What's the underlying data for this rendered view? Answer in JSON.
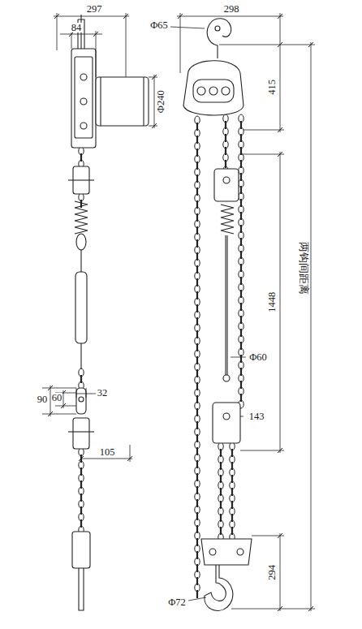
{
  "diagram": {
    "labels": [
      "297",
      "84",
      "Φ240",
      "298",
      "Φ65",
      "415",
      "1448",
      "两钩间距离",
      "Φ60",
      "90",
      "60",
      "32",
      "143",
      "105",
      "294",
      "Φ72"
    ]
  }
}
